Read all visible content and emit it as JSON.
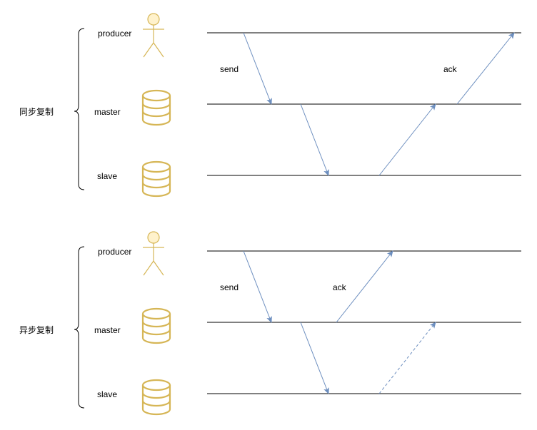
{
  "sections": [
    {
      "title": "同步复制",
      "roles": [
        "producer",
        "master",
        "slave"
      ],
      "send_label": "send",
      "ack_label": "ack"
    },
    {
      "title": "异步复制",
      "roles": [
        "producer",
        "master",
        "slave"
      ],
      "send_label": "send",
      "ack_label": "ack"
    }
  ],
  "colors": {
    "arrow": "#6c8ebf",
    "shape_stroke": "#d6b656",
    "shape_fill": "#fff2cc"
  }
}
